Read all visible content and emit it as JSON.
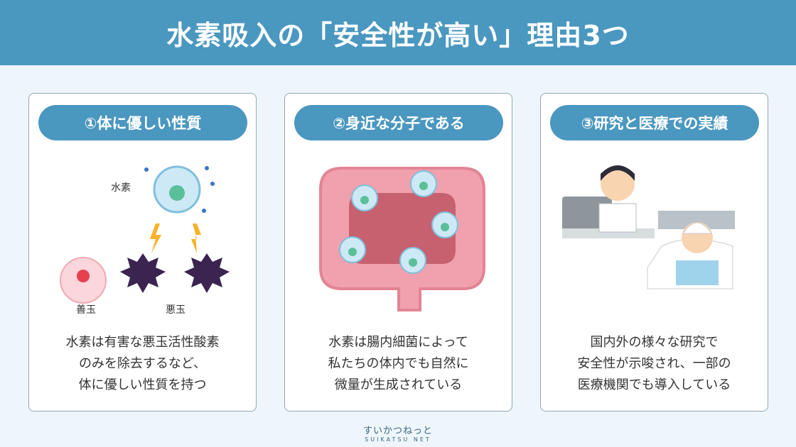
{
  "header": {
    "title": "水素吸入の「安全性が高い」理由3つ"
  },
  "cards": [
    {
      "title": "①体に優しい性質",
      "labels": {
        "hydrogen": "水素",
        "good": "善玉",
        "bad": "悪玉"
      },
      "lines": [
        "水素は有害な悪玉活性酸素",
        "のみを除去するなど、",
        "体に優しい性質を持つ"
      ]
    },
    {
      "title": "②身近な分子である",
      "lines": [
        "水素は腸内細菌によって",
        "私たちの体内でも自然に",
        "微量が生成されている"
      ]
    },
    {
      "title": "③研究と医療での実績",
      "lines": [
        "国内外の様々な研究で",
        "安全性が示唆され、一部の",
        "医療機関でも導入している"
      ]
    }
  ],
  "footer": {
    "logo_jp": "すいかつねっと",
    "logo_en": "SUIKATSU NET"
  },
  "colors": {
    "accent": "#4a97c0",
    "background": "#eef5fb"
  }
}
